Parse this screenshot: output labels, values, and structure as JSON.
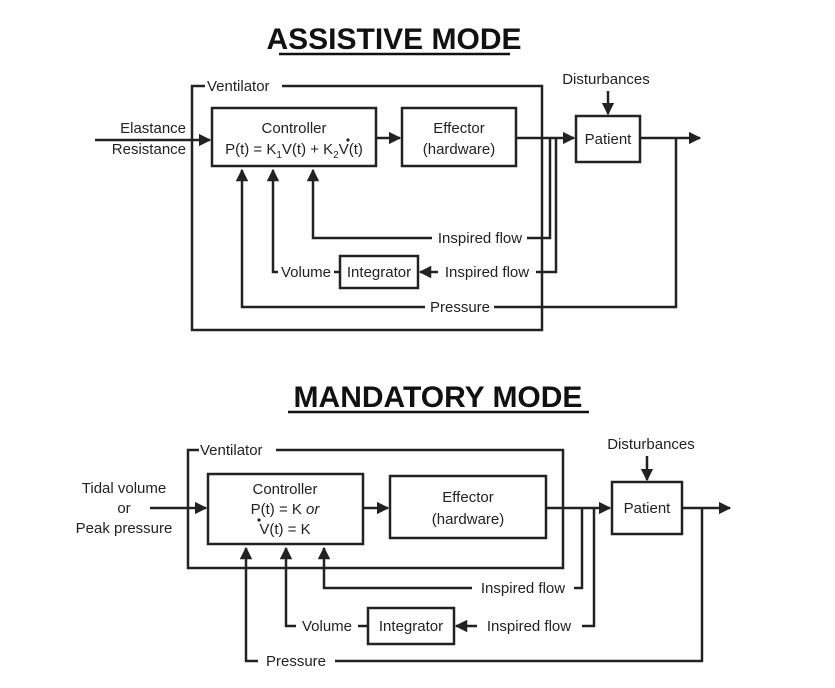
{
  "assistive": {
    "title": "ASSISTIVE MODE",
    "ventilator": "Ventilator",
    "disturbances": "Disturbances",
    "inputs": [
      "Elastance",
      "Resistance"
    ],
    "controller": {
      "title": "Controller",
      "p_pre": "P(t) = K",
      "s1": "1",
      "p_mid": "V(t) + K",
      "s2": "2",
      "vdot": "V",
      "p_end": "(t)"
    },
    "effector": [
      "Effector",
      "(hardware)"
    ],
    "patient": "Patient",
    "integrator": "Integrator",
    "volume": "Volume",
    "inspired_flow": "Inspired flow",
    "pressure": "Pressure"
  },
  "mandatory": {
    "title": "MANDATORY MODE",
    "ventilator": "Ventilator",
    "disturbances": "Disturbances",
    "inputs": [
      "Tidal volume",
      "or",
      "Peak pressure"
    ],
    "controller": {
      "title": "Controller",
      "line2_pre": "P(t) = K ",
      "line2_or": "or",
      "vdot": "V",
      "line3_end": "(t) = K"
    },
    "effector": [
      "Effector",
      "(hardware)"
    ],
    "patient": "Patient",
    "integrator": "Integrator",
    "volume": "Volume",
    "inspired_flow": "Inspired flow",
    "pressure": "Pressure"
  }
}
